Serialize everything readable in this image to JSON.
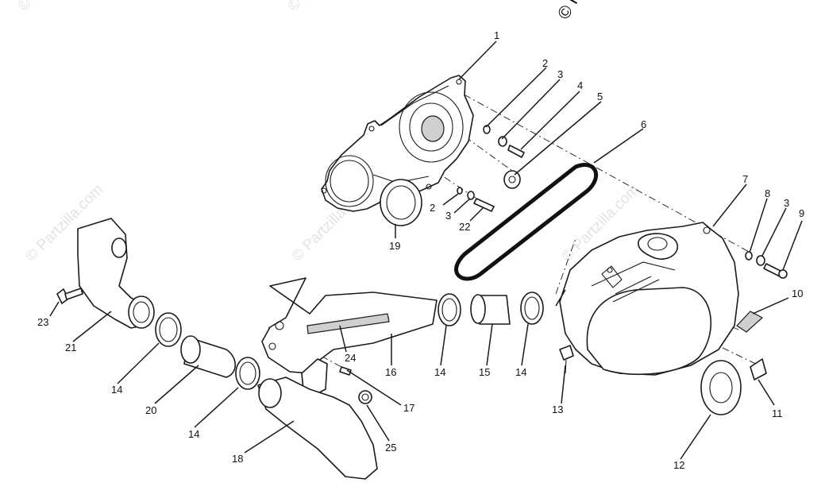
{
  "watermark": {
    "text": "© Partzilla.com",
    "corner_text": "© P"
  },
  "callouts": [
    {
      "id": "c1",
      "label": "1"
    },
    {
      "id": "c2a",
      "label": "2"
    },
    {
      "id": "c3a",
      "label": "3"
    },
    {
      "id": "c4",
      "label": "4"
    },
    {
      "id": "c5",
      "label": "5"
    },
    {
      "id": "c6",
      "label": "6"
    },
    {
      "id": "c7",
      "label": "7"
    },
    {
      "id": "c8",
      "label": "8"
    },
    {
      "id": "c3c",
      "label": "3"
    },
    {
      "id": "c9",
      "label": "9"
    },
    {
      "id": "c10",
      "label": "10"
    },
    {
      "id": "c11",
      "label": "11"
    },
    {
      "id": "c12",
      "label": "12"
    },
    {
      "id": "c13",
      "label": "13"
    },
    {
      "id": "c14a",
      "label": "14"
    },
    {
      "id": "c14b",
      "label": "14"
    },
    {
      "id": "c14c",
      "label": "14"
    },
    {
      "id": "c14d",
      "label": "14"
    },
    {
      "id": "c15",
      "label": "15"
    },
    {
      "id": "c16",
      "label": "16"
    },
    {
      "id": "c17",
      "label": "17"
    },
    {
      "id": "c18",
      "label": "18"
    },
    {
      "id": "c19",
      "label": "19"
    },
    {
      "id": "c20",
      "label": "20"
    },
    {
      "id": "c21",
      "label": "21"
    },
    {
      "id": "c2b",
      "label": "2"
    },
    {
      "id": "c3b",
      "label": "3"
    },
    {
      "id": "c22",
      "label": "22"
    },
    {
      "id": "c23",
      "label": "23"
    },
    {
      "id": "c24",
      "label": "24"
    },
    {
      "id": "c25",
      "label": "25"
    }
  ]
}
